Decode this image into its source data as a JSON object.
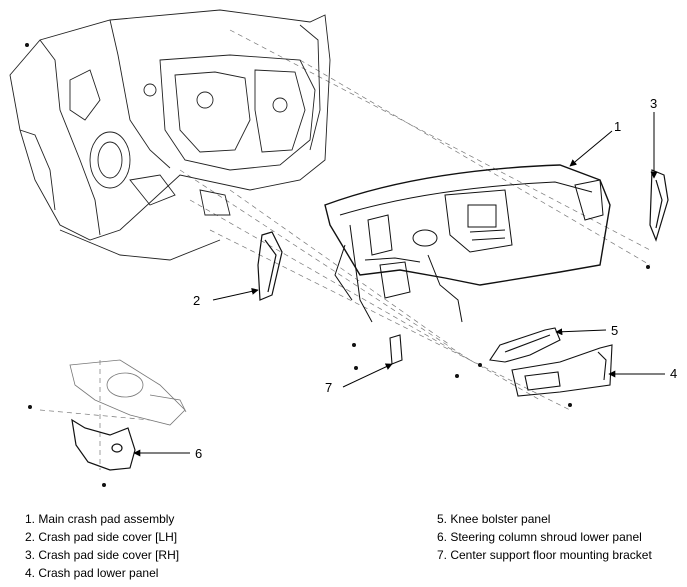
{
  "callouts": {
    "c1": "1",
    "c2": "2",
    "c3": "3",
    "c4": "4",
    "c5": "5",
    "c6": "6",
    "c7": "7"
  },
  "legend": {
    "left": [
      "1. Main crash pad assembly",
      "2. Crash pad side cover [LH]",
      "3. Crash pad side cover [RH]",
      "4. Crash pad lower panel"
    ],
    "right": [
      "5. Knee bolster panel",
      "6. Steering column shroud lower panel",
      "7. Center support floor mounting bracket"
    ]
  }
}
